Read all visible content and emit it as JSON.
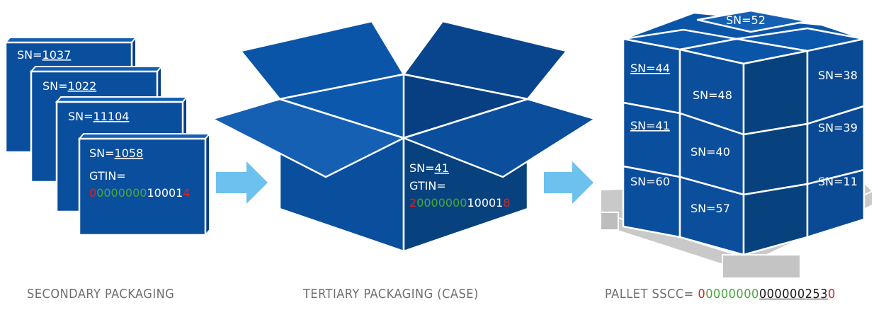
{
  "colors": {
    "box_front": "#0a4e9e",
    "box_side": "#083f82",
    "box_top": "#1560b3",
    "arrow": "#6cc1ee",
    "pallet": "#c9c9c9",
    "label": "#6f6f6f",
    "prefix_red": "#e02020",
    "company_green": "#4aa63f"
  },
  "secondary": {
    "cards": [
      {
        "sn_prefix": "SN=",
        "sn": "1037"
      },
      {
        "sn_prefix": "SN=",
        "sn": "1022"
      },
      {
        "sn_prefix": "SN=",
        "sn": "11104"
      },
      {
        "sn_prefix": "SN=",
        "sn": "1058"
      }
    ],
    "gtin_label": "GTIN=",
    "gtin_indicator": "0",
    "gtin_company": "0000000",
    "gtin_item": "10001",
    "gtin_check": "4",
    "caption": "SECONDARY PACKAGING"
  },
  "tertiary": {
    "sn_prefix": "SN=",
    "sn": "41",
    "gtin_label": "GTIN=",
    "gtin_indicator": "2",
    "gtin_company": "0000000",
    "gtin_item": "10001",
    "gtin_check": "8",
    "caption": "TERTIARY PACKAGING (CASE)"
  },
  "pallet": {
    "boxes": [
      "SN=52",
      "SN=44",
      "SN=48",
      "SN=38",
      "SN=41",
      "SN=39",
      "SN=40",
      "SN=60",
      "SN=11",
      "SN=57"
    ],
    "caption_prefix": "PALLET SSCC=",
    "sscc_extension": "0",
    "sscc_company": "0000000",
    "sscc_serial": "000000253",
    "sscc_check": "0"
  },
  "icons": [
    "arrow-right-icon",
    "arrow-right-icon"
  ]
}
